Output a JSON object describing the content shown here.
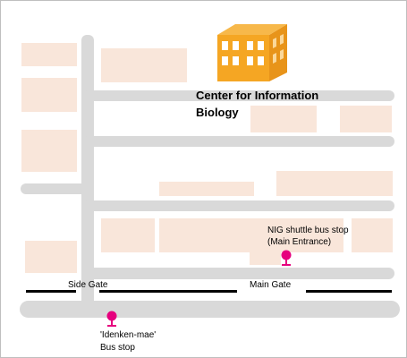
{
  "building": {
    "name_line1": "Center for Information",
    "name_line2": "Biology",
    "icon": "building-icon",
    "color": "#f5a623"
  },
  "gates": {
    "side_gate": "Side Gate",
    "main_gate": "Main Gate"
  },
  "stops": {
    "shuttle_line1": "NIG shuttle bus stop",
    "shuttle_line2": "(Main Entrance)",
    "bus_line1": "'Idenken-mae'",
    "bus_line2": "Bus stop",
    "icon": "bus-stop-icon",
    "color": "#e6007e"
  },
  "colors": {
    "road": "#d9d9d9",
    "block": "#f9e6da",
    "wall": "#000000"
  }
}
